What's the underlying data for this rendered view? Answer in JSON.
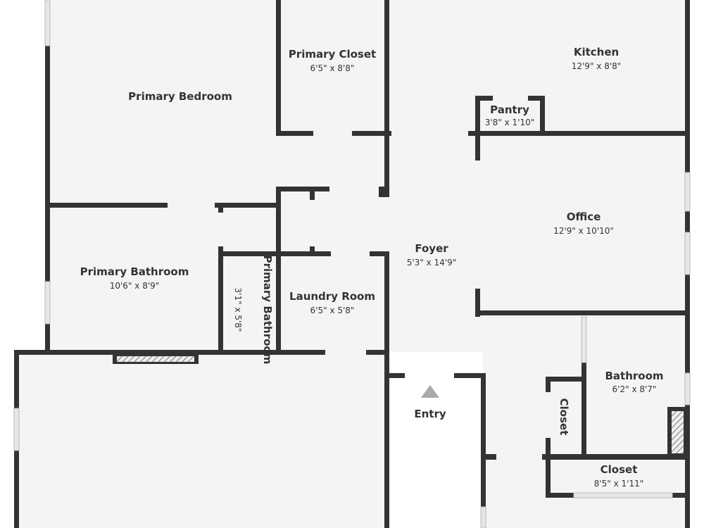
{
  "rooms": {
    "primary_bedroom": {
      "name": "Primary Bedroom"
    },
    "primary_closet": {
      "name": "Primary Closet",
      "dims": "6'5\" x 8'8\""
    },
    "kitchen": {
      "name": "Kitchen",
      "dims": "12'9\" x 8'8\""
    },
    "pantry": {
      "name": "Pantry",
      "dims": "3'8\" x 1'10\""
    },
    "office": {
      "name": "Office",
      "dims": "12'9\" x 10'10\""
    },
    "foyer": {
      "name": "Foyer",
      "dims": "5'3\" x 14'9\""
    },
    "primary_bathroom": {
      "name": "Primary Bathroom",
      "dims": "10'6\" x 8'9\""
    },
    "primary_bathroom_2": {
      "name": "Primary Bathroom",
      "dims": "3'1\" x 5'8\""
    },
    "laundry_room": {
      "name": "Laundry Room",
      "dims": "6'5\" x 5'8\""
    },
    "bathroom": {
      "name": "Bathroom",
      "dims": "6'2\" x 8'7\""
    },
    "closet_small": {
      "name": "Closet"
    },
    "closet": {
      "name": "Closet",
      "dims": "8'5\" x 1'11\""
    },
    "entry": {
      "name": "Entry"
    }
  },
  "colors": {
    "floor": "#f4f4f4",
    "wall": "#333333",
    "outside": "#ffffff"
  }
}
